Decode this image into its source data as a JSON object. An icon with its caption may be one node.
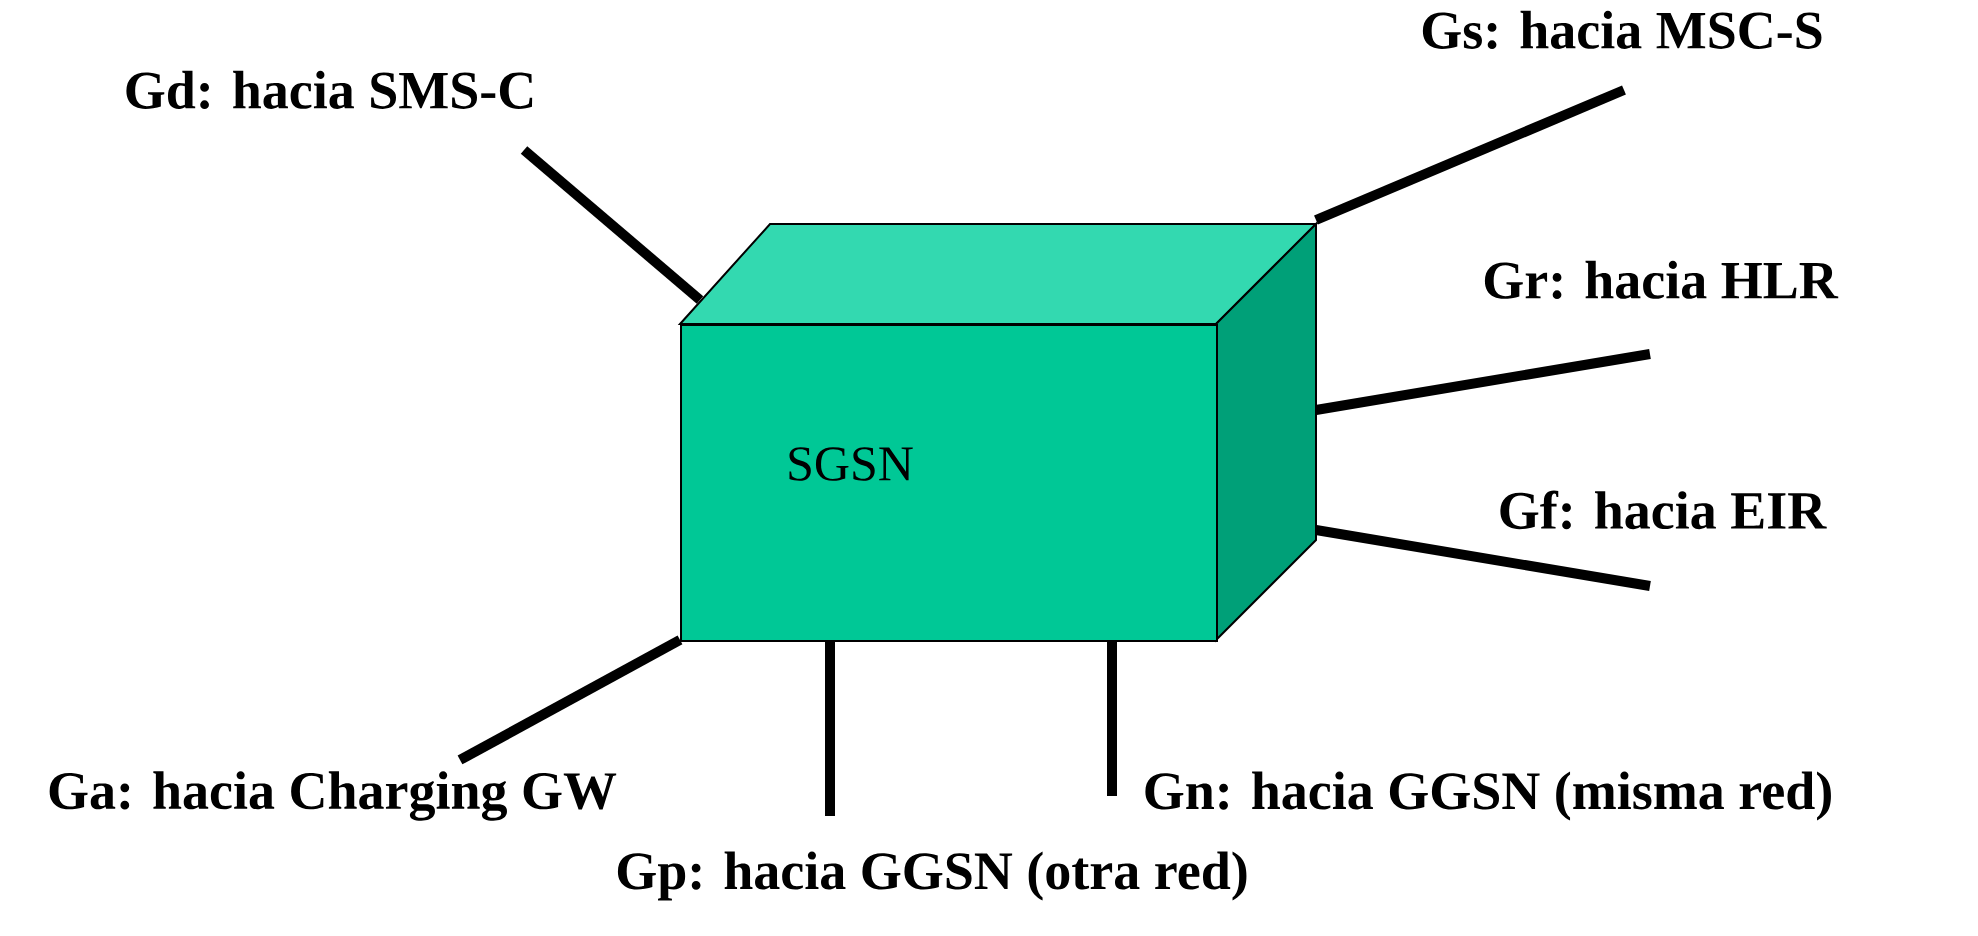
{
  "diagram": {
    "nodes": [
      {
        "text": [
          "SGSN"
        ]
      },
      {
        "text": [
          "Gd: hacia SMS-C"
        ]
      },
      {
        "text": [
          "Gs: hacia MSC-S"
        ]
      },
      {
        "text": [
          "Gr: hacia HLR"
        ]
      },
      {
        "text": [
          "Gf: hacia EIR"
        ]
      },
      {
        "text": [
          "Ga: hacia Charging GW"
        ]
      },
      {
        "text": [
          "Gp: hacia GGSN (otra red)"
        ]
      },
      {
        "text": [
          "Gn: hacia GGSN (misma red)"
        ]
      }
    ],
    "edges": [
      {
        "from": 0,
        "to": 1,
        "arrow": "none"
      },
      {
        "from": 0,
        "to": 2,
        "arrow": "none"
      },
      {
        "from": 0,
        "to": 3,
        "arrow": "none"
      },
      {
        "from": 0,
        "to": 4,
        "arrow": "none"
      },
      {
        "from": 0,
        "to": 5,
        "arrow": "none"
      },
      {
        "from": 0,
        "to": 6,
        "arrow": "none"
      },
      {
        "from": 0,
        "to": 7,
        "arrow": "none"
      }
    ]
  }
}
